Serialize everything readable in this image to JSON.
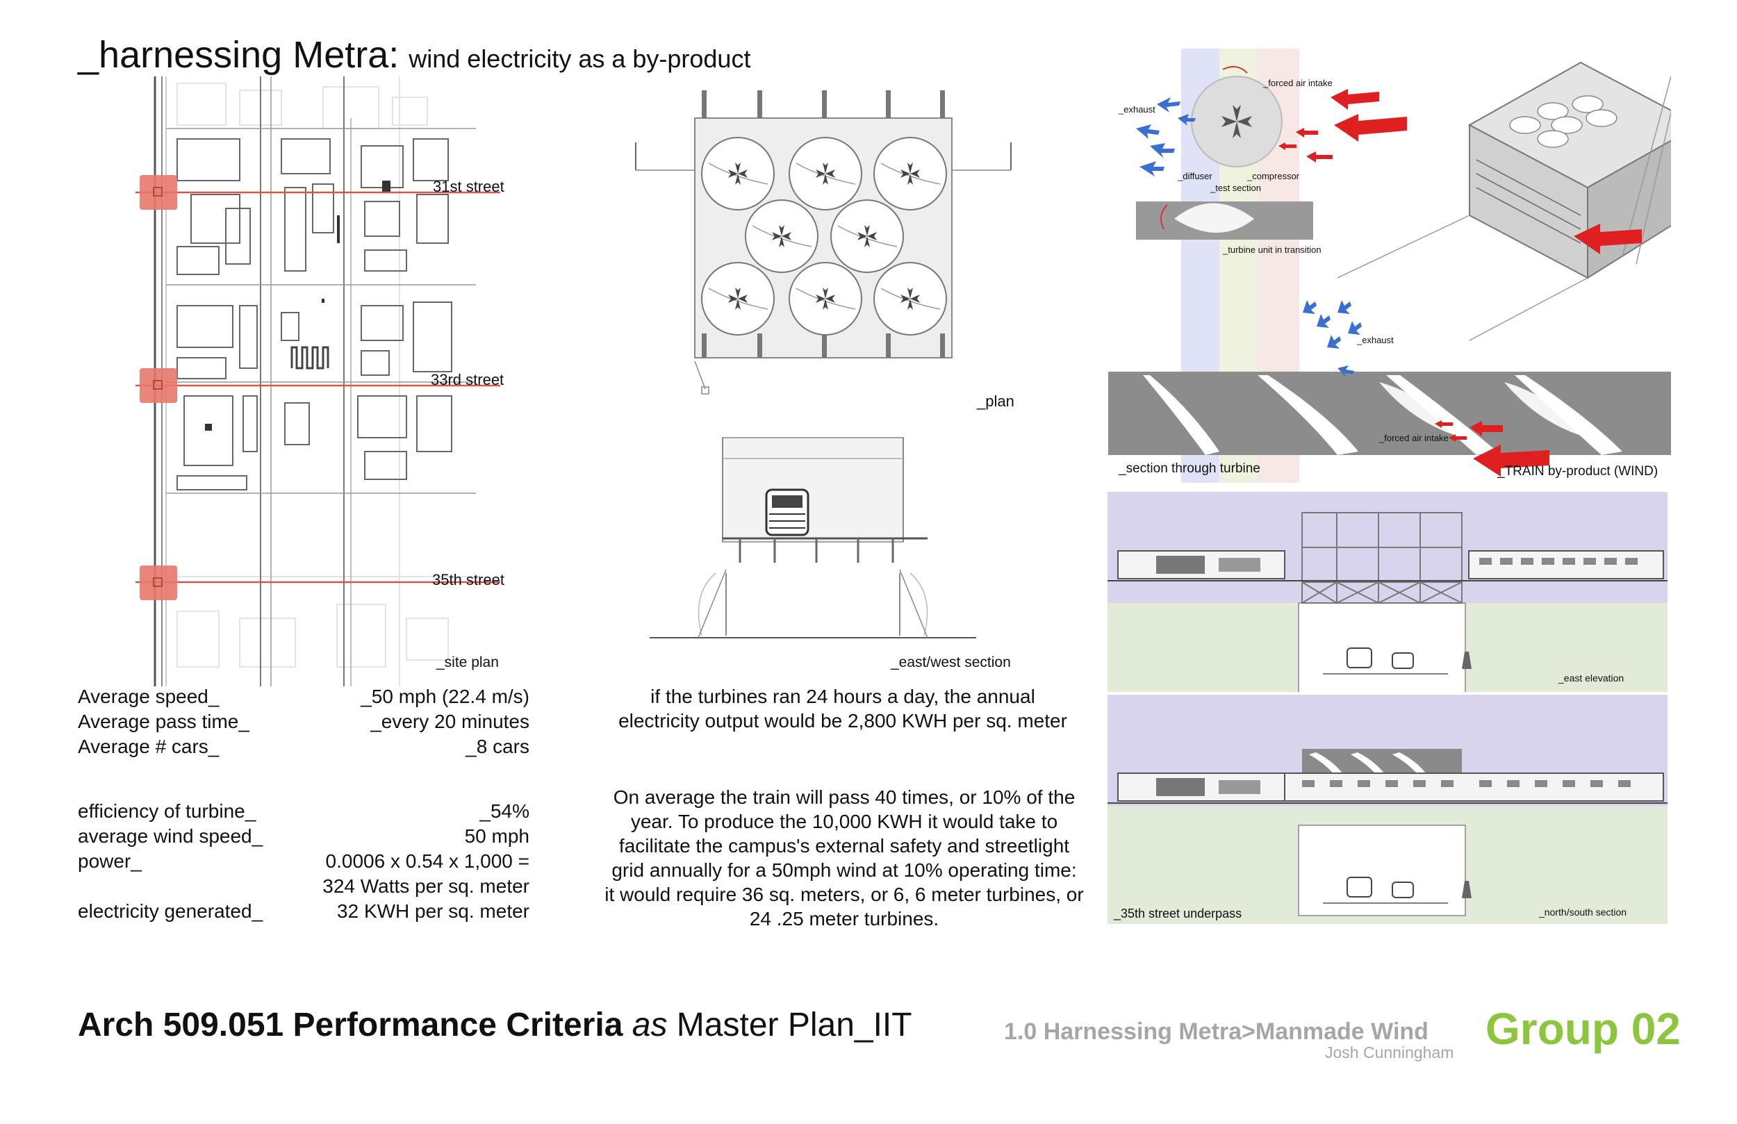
{
  "header": {
    "title": "_harnessing Metra:",
    "subtitle": "wind electricity as a by-product"
  },
  "site_plan": {
    "street_1": "31st street",
    "street_2": "33rd street",
    "street_3": "35th street",
    "caption": "_site plan"
  },
  "plan": {
    "caption": "_plan"
  },
  "section": {
    "caption": "_east/west section"
  },
  "turbine_diagram": {
    "exhaust_top": "_exhaust",
    "forced_air_top": "_forced air intake",
    "diffuser": "_diffuser",
    "compressor": "_compressor",
    "test_section": "_test section",
    "transition": "_turbine unit in transition",
    "exhaust_bottom": "_exhaust",
    "forced_air_bottom": "_forced air intake",
    "section_caption": "_section through turbine",
    "train_caption": "_TRAIN by-product (WIND)"
  },
  "elevations": {
    "east_elevation": "_east elevation",
    "underpass": "_35th street underpass",
    "ns_section": "_north/south section"
  },
  "stats_block_1": [
    {
      "label": "Average speed_",
      "value": "_50 mph (22.4 m/s)"
    },
    {
      "label": "Average pass time_",
      "value": "_every 20 minutes"
    },
    {
      "label": "Average # cars_",
      "value": "_8 cars"
    }
  ],
  "stats_block_2": [
    {
      "label": "efficiency of turbine_",
      "value": "_54%"
    },
    {
      "label": "average wind speed_",
      "value": "50 mph"
    },
    {
      "label": "power_",
      "value": "0.0006 x 0.54 x 1,000 ="
    },
    {
      "label": "",
      "value": "324 Watts per sq. meter"
    },
    {
      "label": "electricity generated_",
      "value": "32 KWH per sq. meter"
    }
  ],
  "paragraph_1": "if the turbines ran 24 hours a day, the annual electricity output would be 2,800 KWH per sq. meter",
  "paragraph_2": "On average the train will pass 40 times, or 10% of the year. To produce the 10,000 KWH it would take to facilitate the campus's external safety and streetlight grid annually for a 50mph wind at 10% operating time: it would require 36 sq. meters, or 6, 6 meter turbines, or 24 .25 meter turbines.",
  "footer": {
    "course_bold": "Arch 509.051 Performance Criteria",
    "course_italic": "as",
    "course_rest": "Master Plan_IIT",
    "section_title": "1.0 Harnessing Metra>Manmade Wind",
    "author": "Josh Cunningham",
    "group": "Group 02"
  },
  "colors": {
    "marker_red": "#e8786a",
    "arrow_red": "#e02020",
    "arrow_blue": "#3a6fd0",
    "elevation_sky": "#d9d4ee",
    "elevation_ground": "#e2ead8",
    "group_green": "#8cc63f",
    "footer_gray": "#a6a6a6"
  }
}
